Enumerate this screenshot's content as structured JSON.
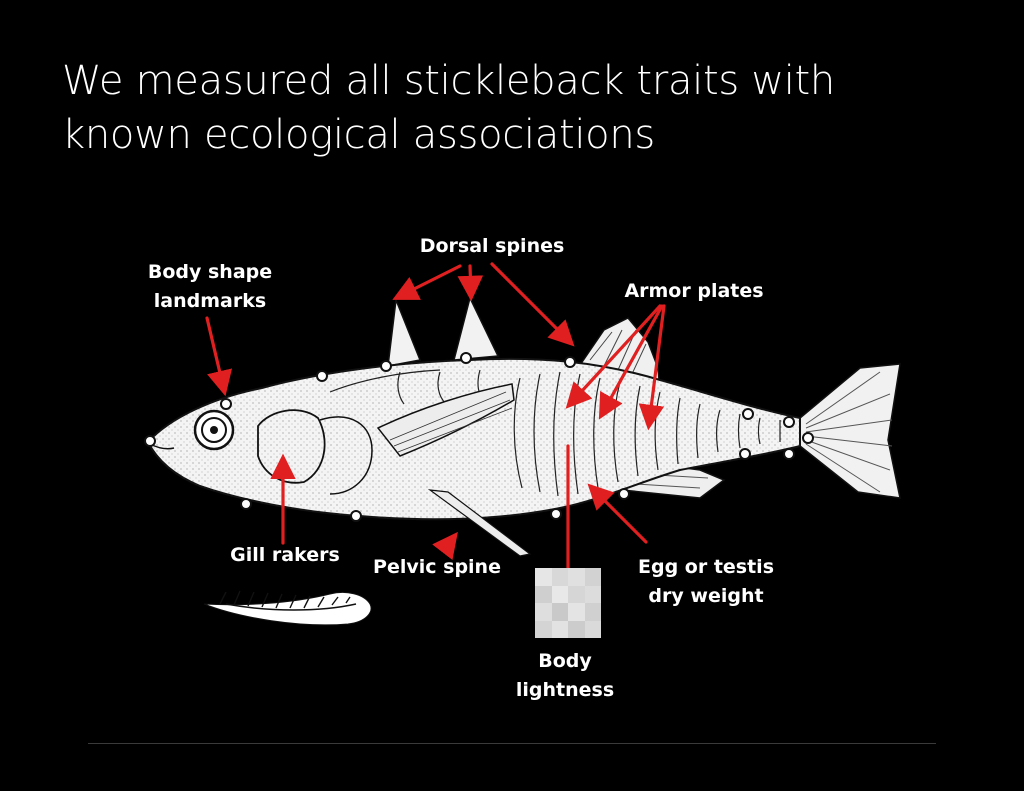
{
  "slide": {
    "title_lines": [
      "We measured all stickleback traits with",
      "known ecological associations"
    ]
  },
  "labels": {
    "body_shape": [
      "Body shape",
      "landmarks"
    ],
    "dorsal_spines": "Dorsal spines",
    "armor_plates": "Armor plates",
    "gill_rakers": "Gill rakers",
    "pelvic_spine": "Pelvic spine",
    "egg_testis": [
      "Egg or testis",
      "dry weight"
    ],
    "body_lightness": [
      "Body",
      "lightness"
    ]
  },
  "colors": {
    "background": "#000000",
    "arrow": "#e02020",
    "text": "#ffffff",
    "fish_fill": "#f4f4f4",
    "fish_ink": "#111111"
  },
  "icons": {
    "fish": "stickleback-fish-drawing",
    "gill_arch": "gill-raker-arch-drawing",
    "swatch": "pixelated-color-swatch"
  }
}
